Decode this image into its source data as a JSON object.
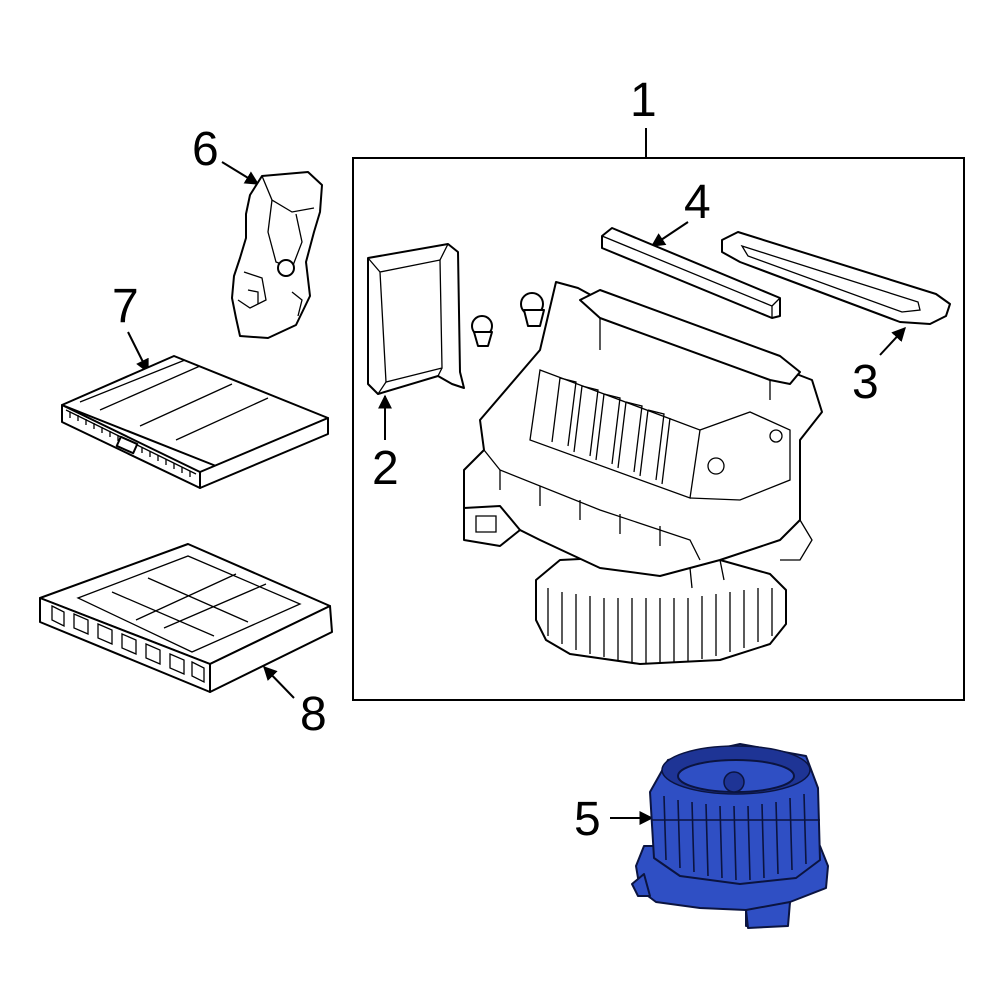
{
  "diagram": {
    "accent_color": "#2f4fc4",
    "callouts": [
      {
        "id": "1",
        "label": "1"
      },
      {
        "id": "2",
        "label": "2"
      },
      {
        "id": "3",
        "label": "3"
      },
      {
        "id": "4",
        "label": "4"
      },
      {
        "id": "5",
        "label": "5"
      },
      {
        "id": "6",
        "label": "6"
      },
      {
        "id": "7",
        "label": "7"
      },
      {
        "id": "8",
        "label": "8"
      }
    ]
  }
}
